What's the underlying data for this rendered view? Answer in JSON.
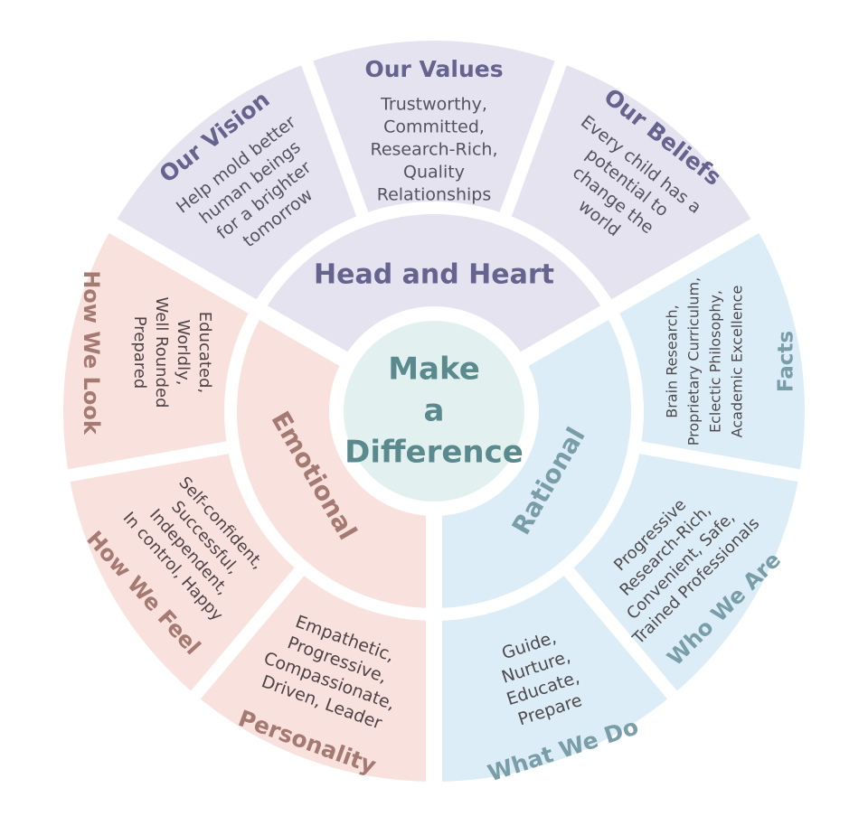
{
  "center": {
    "lines": [
      "Make",
      "a",
      "Difference"
    ],
    "color": "#e2f1ef",
    "text_color": "#5b8a8e"
  },
  "rings": [
    {
      "key": "head",
      "label": "Head and Heart",
      "fill": "#e6e3f1",
      "text_color": "#66638e",
      "body_color": "#55535e",
      "segments": [
        {
          "key": "vision",
          "title": "Our Vision",
          "lines": [
            "Help mold better",
            "human beings",
            "for a brighter",
            "tomorrow"
          ]
        },
        {
          "key": "values",
          "title": "Our Values",
          "lines": [
            "Trustworthy,",
            "Committed,",
            "Research-Rich,",
            "Quality",
            "Relationships"
          ]
        },
        {
          "key": "beliefs",
          "title": "Our Beliefs",
          "lines": [
            "Every child has a",
            "potential to",
            "change the",
            "world"
          ]
        }
      ]
    },
    {
      "key": "rational",
      "label": "Rational",
      "fill": "#dcedf7",
      "text_color": "#7a9ea8",
      "body_color": "#4e4a4e",
      "segments": [
        {
          "key": "facts",
          "title": "Facts",
          "lines": [
            "Brain Research,",
            "Proprietary Curriculum,",
            "Eclectic Philosophy,",
            "Academic Excellence"
          ]
        },
        {
          "key": "who",
          "title": "Who We Are",
          "lines": [
            "Progressive",
            "Research-Rich,",
            "Convenient, Safe,",
            "Trained Professionals"
          ]
        },
        {
          "key": "what",
          "title": "What We Do",
          "lines": [
            "Guide,",
            "Nurture,",
            "Educate,",
            "Prepare"
          ]
        }
      ]
    },
    {
      "key": "emotional",
      "label": "Emotional",
      "fill": "#f9e1de",
      "text_color": "#a57a72",
      "body_color": "#4e4446",
      "segments": [
        {
          "key": "personality",
          "title": "Personality",
          "lines": [
            "Empathetic,",
            "Progressive,",
            "Compassionate,",
            "Driven, Leader"
          ]
        },
        {
          "key": "feel",
          "title": "How We Feel",
          "lines": [
            "Self-confident,",
            "Successful,",
            "Independent,",
            "In control, Happy"
          ]
        },
        {
          "key": "look",
          "title": "How We Look",
          "lines": [
            "Educated,",
            "Worldly,",
            "Well Rounded",
            "Prepared"
          ]
        }
      ]
    }
  ]
}
